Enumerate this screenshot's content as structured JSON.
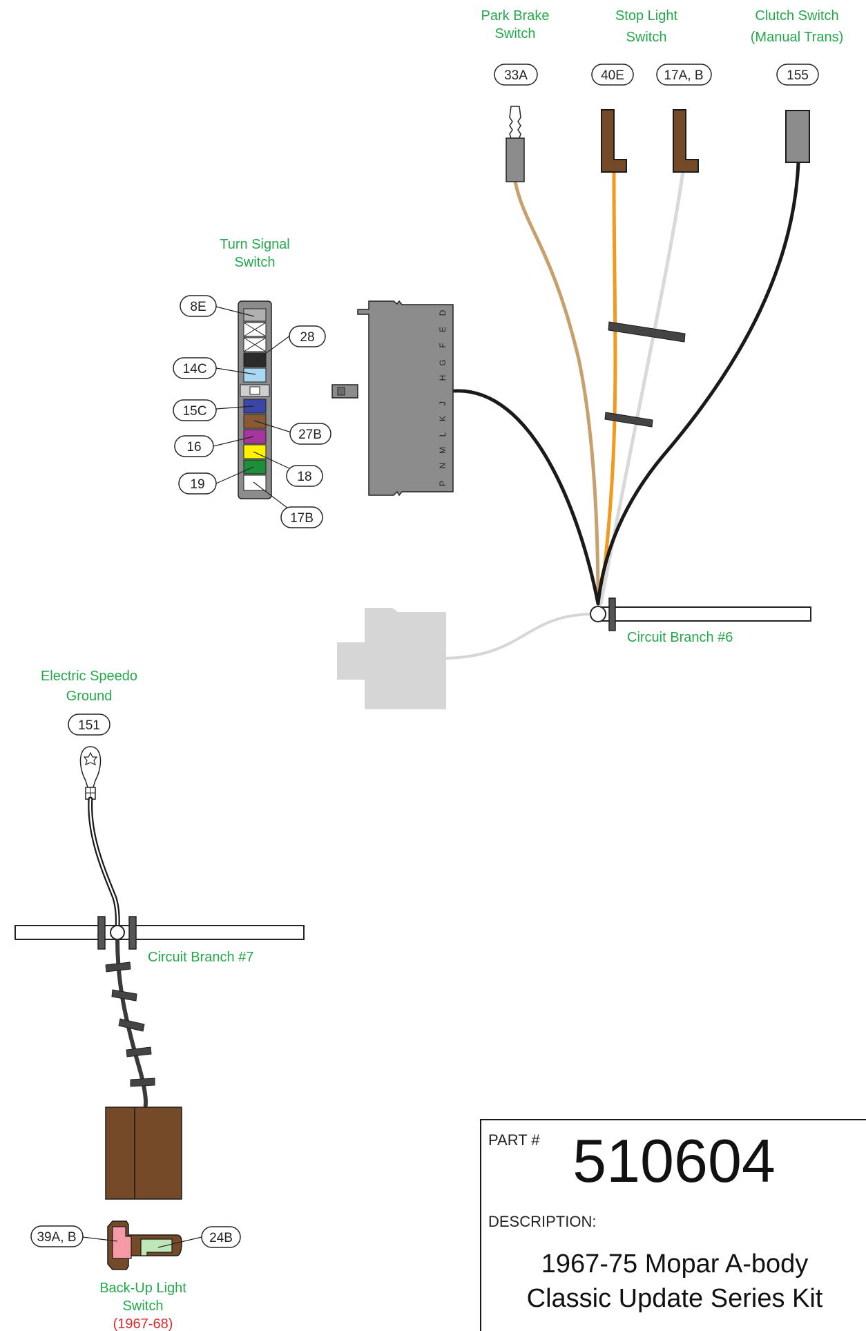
{
  "labels": {
    "park_brake": [
      "Park Brake",
      "Switch"
    ],
    "stop_light": [
      "Stop Light",
      "Switch"
    ],
    "clutch": [
      "Clutch Switch",
      "(Manual Trans)"
    ],
    "turn_signal": [
      "Turn Signal",
      "Switch"
    ],
    "branch6": "Circuit Branch #6",
    "speedo": [
      "Electric Speedo",
      "Ground"
    ],
    "branch7": "Circuit Branch #7",
    "backup": [
      "Back-Up Light",
      "Switch"
    ],
    "backup_years": "(1967-68)"
  },
  "tags": {
    "t33a": "33A",
    "t40e": "40E",
    "t17ab": "17A, B",
    "t155": "155",
    "t8e": "8E",
    "t28": "28",
    "t14c": "14C",
    "t15c": "15C",
    "t27b": "27B",
    "t16": "16",
    "t18": "18",
    "t19": "19",
    "t17b": "17B",
    "t151": "151",
    "t39ab": "39A, B",
    "t24b": "24B"
  },
  "connector_pins": [
    "D",
    "E",
    "F",
    "G",
    "H",
    "J",
    "K",
    "L",
    "M",
    "N",
    "P"
  ],
  "title_block": {
    "part_label": "PART #",
    "part_number": "510604",
    "description_label": "DESCRIPTION:",
    "description_lines": [
      "1967-75 Mopar A-body",
      "Classic Update Series Kit"
    ]
  },
  "colors": {
    "label_green": "#23a84a",
    "label_red": "#e0282c",
    "wire_tan": "#c8a06e",
    "wire_orange": "#f39a1e",
    "wire_gray": "#d9d9d9",
    "wire_black": "#1a1a1a",
    "connector_gray": "#8c8c8c",
    "connector_brown": "#744a28",
    "swatch_light_blue": "#a9d9f2",
    "swatch_blue": "#3b47a8",
    "swatch_brown": "#8a5a34",
    "swatch_purple": "#a8359d",
    "swatch_yellow": "#fff200",
    "swatch_green": "#1b8f3a",
    "backup_pink": "#f59aa6",
    "backup_mint": "#bfe6b8"
  }
}
